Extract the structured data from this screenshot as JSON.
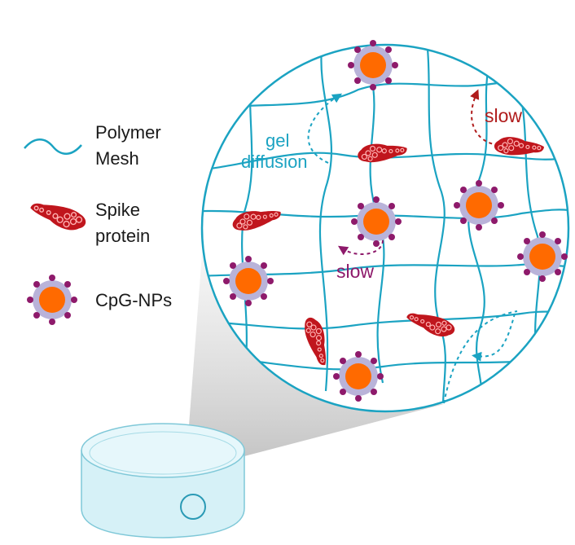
{
  "legend": {
    "polymer_mesh_line1": "Polymer",
    "polymer_mesh_line2": "Mesh",
    "spike_line1": "Spike",
    "spike_line2": "protein",
    "cpg_label": "CpG-NPs"
  },
  "zoom": {
    "gel_label": "gel",
    "diffusion_label": "diffusion",
    "slow_purple": "slow",
    "slow_red": "slow"
  },
  "colors": {
    "mesh": "#1ba3c2",
    "spike": "#c0161d",
    "np_core": "#ff6a00",
    "np_shell": "#b9b3d9",
    "np_dots": "#8e1a6b",
    "slow_purple": "#8e1a6b",
    "slow_red": "#b01c1c",
    "dish": "#cfeef5"
  }
}
